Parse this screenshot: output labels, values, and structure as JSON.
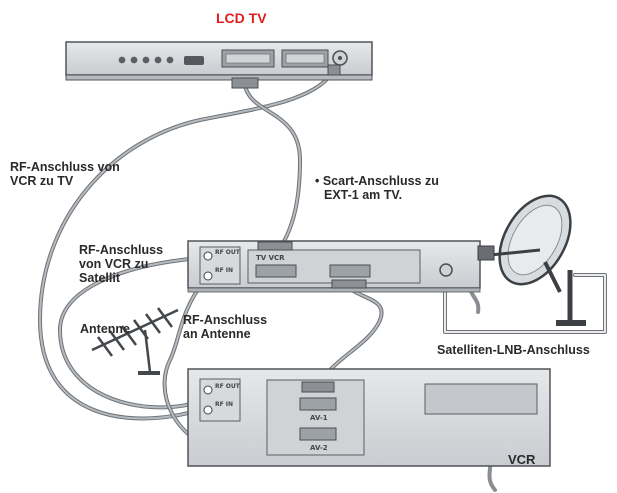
{
  "title": "LCD TV",
  "labels": {
    "rf_vcr_tv": [
      "RF-Anschluss von",
      "VCR zu TV"
    ],
    "scart": [
      "• Scart-Anschluss zu",
      "EXT-1 am TV."
    ],
    "rf_vcr_sat": [
      "RF-Anschluss",
      "von VCR zu",
      "Satellit"
    ],
    "rf_antenna": [
      "RF-Anschluss",
      "an Antenne"
    ],
    "antenna": "Antenne",
    "lnb": "Satelliten-LNB-Anschluss",
    "vcr": "VCR"
  },
  "device_text": {
    "tv_vcr": "TV VCR",
    "rf_out_sat": "RF OUT",
    "rf_in_sat": "RF IN",
    "rf_out_vcr": "RF OUT",
    "rf_in_vcr": "RF IN",
    "av1": "AV-1",
    "av2": "AV-2"
  }
}
